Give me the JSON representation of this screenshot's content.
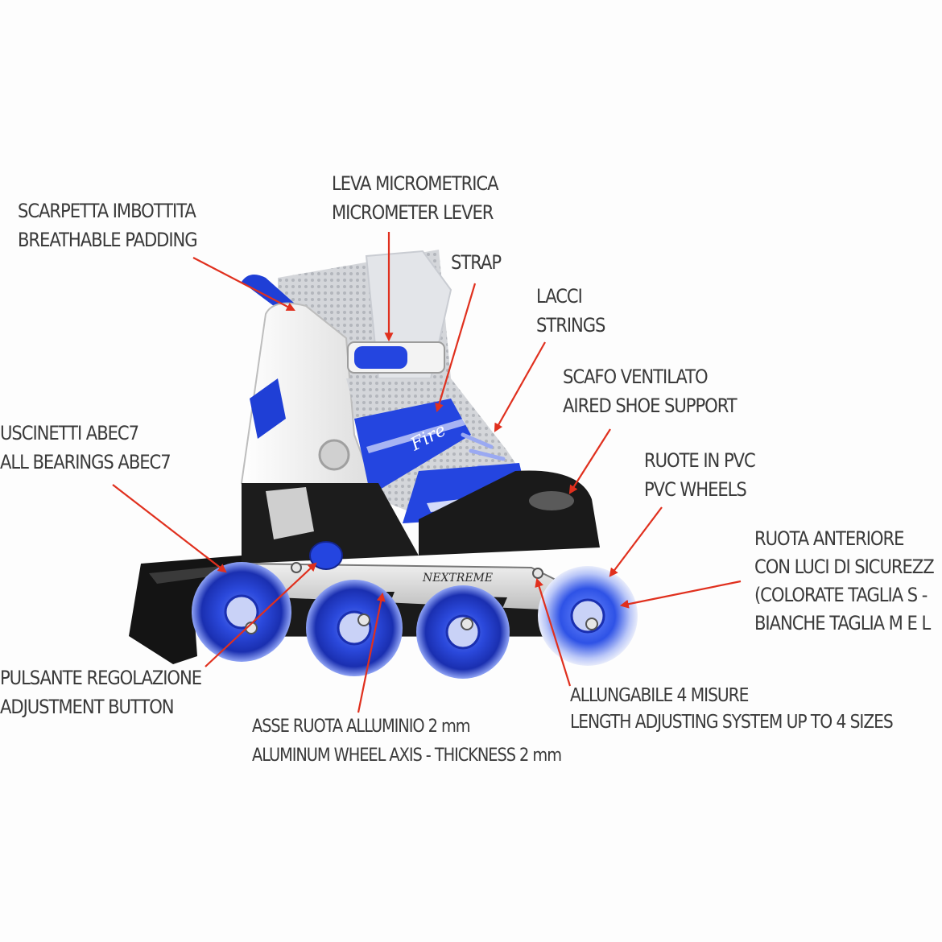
{
  "colors": {
    "background": "#fdfdfd",
    "text": "#3a3a3a",
    "arrow": "#e0301e",
    "accent_blue": "#1f3fd6",
    "boot_white": "#f2f2f2",
    "boot_black": "#1c1c1c",
    "frame_silver": "#d6d6d6"
  },
  "product": {
    "frame_brand": "NEXTREME",
    "strap_script": "Fire"
  },
  "callouts": [
    {
      "id": "padding",
      "lines": [
        "SCARPETTA IMBOTTITA",
        "BREATHABLE PADDING"
      ]
    },
    {
      "id": "micrometer-lever",
      "lines": [
        "LEVA MICROMETRICA",
        "MICROMETER LEVER"
      ]
    },
    {
      "id": "strap",
      "lines": [
        "STRAP"
      ]
    },
    {
      "id": "strings",
      "lines": [
        "LACCI",
        "STRINGS"
      ]
    },
    {
      "id": "shoe-support",
      "lines": [
        "SCAFO VENTILATO",
        "AIRED SHOE SUPPORT"
      ]
    },
    {
      "id": "bearings",
      "lines": [
        "USCINETTI ABEC7",
        "ALL BEARINGS ABEC7"
      ]
    },
    {
      "id": "wheels",
      "lines": [
        "RUOTE IN PVC",
        "PVC WHEELS"
      ]
    },
    {
      "id": "front-wheel",
      "lines": [
        "RUOTA ANTERIORE",
        "CON LUCI DI SICUREZZ",
        "(COLORATE TAGLIA S -",
        "BIANCHE TAGLIA M E L"
      ]
    },
    {
      "id": "adjustment-button",
      "lines": [
        "PULSANTE REGOLAZIONE",
        "ADJUSTMENT BUTTON"
      ]
    },
    {
      "id": "wheel-axis",
      "lines": [
        "ASSE RUOTA ALLUMINIO 2 mm",
        "ALUMINUM WHEEL AXIS - THICKNESS 2 mm"
      ]
    },
    {
      "id": "length-adjust",
      "lines": [
        "ALLUNGABILE 4 MISURE",
        "LENGTH ADJUSTING SYSTEM UP TO 4 SIZES"
      ]
    }
  ]
}
